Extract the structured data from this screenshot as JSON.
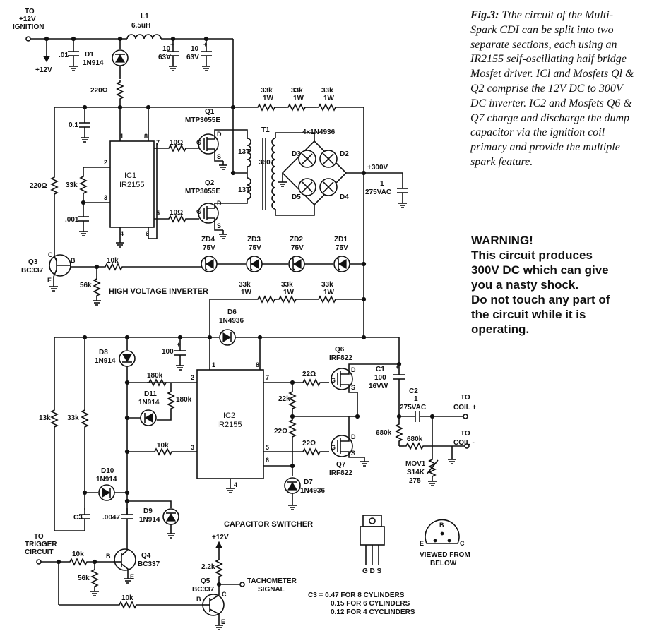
{
  "caption": {
    "fig": "Fig.3:",
    "text": "Tthe circuit of the Multi-Spark CDI can be split into two separate sections, each using an IR2155 self-oscillating half bridge Mosfet driver. ICl and Mosfets Ql & Q2 comprise the 12V DC to 300V DC inverter. IC2 and Mosfets Q6 & Q7 charge and discharge the dump capacitor via the ignition coil primary and provide the multiple spark feature."
  },
  "warning": {
    "title": "WARNING!",
    "lines": [
      "This circuit produces",
      "300V DC which can give",
      "you a nasty shock.",
      "Do not touch any part of",
      "the circuit while it is",
      "operating."
    ]
  },
  "labels": {
    "to": "TO",
    "plus12v": "+12V",
    "ignition": "IGNITION",
    "plus12v_b": "+12V",
    "plus12v_c": "+12V",
    "l1": "L1",
    "l1_val": "6.5uH",
    "cap01": ".01",
    "c10_a": "10",
    "c10_a2": "63V",
    "c10_b": "10",
    "c10_b2": "63V",
    "d1": "D1",
    "d1_type": "1N914",
    "r220": "220Ω",
    "r33k1": "33k",
    "r1w1": "1W",
    "r33k2": "33k",
    "r1w2": "1W",
    "r33k3": "33k",
    "r1w3": "1W",
    "c01": "0.1",
    "r220b": "220Ω",
    "r33k_ic1": "33k",
    "c001": ".001",
    "ic1": "IC1",
    "ic1_type": "IR2155",
    "p1": "1",
    "p8": "8",
    "p2": "2",
    "p3": "3",
    "p7": "7",
    "p5": "5",
    "p4": "4",
    "p6": "6",
    "r10a": "10Ω",
    "r10b": "10Ω",
    "q1": "Q1",
    "q1_type": "MTP3055E",
    "q2": "Q2",
    "q2_type": "MTP3055E",
    "g1": "G",
    "d1p": "D",
    "s1": "S",
    "g2": "G",
    "d2p": "D",
    "s2": "S",
    "t1": "T1",
    "t13a": "13T",
    "t13b": "13T",
    "t360": "360T",
    "diodes4": "4x1N4936",
    "d3": "D3",
    "d2": "D2",
    "d5": "D5",
    "d4": "D4",
    "plus300v": "+300V",
    "c1uf": "1",
    "c275": "275VAC",
    "zd4": "ZD4",
    "zd4v": "75V",
    "zd3": "ZD3",
    "zd3v": "75V",
    "zd2": "ZD2",
    "zd2v": "75V",
    "zd1": "ZD1",
    "zd1v": "75V",
    "q3": "Q3",
    "q3_type": "BC337",
    "q3c": "C",
    "q3b": "B",
    "q3e": "E",
    "r10k_q3": "10k",
    "r56k": "56k",
    "hv_inverter": "HIGH VOLTAGE INVERTER",
    "r33k4": "33k",
    "r1w4": "1W",
    "r33k5": "33k",
    "r1w5": "1W",
    "r33k6": "33k",
    "r1w6": "1W",
    "d6": "D6",
    "d6_type": "1N4936",
    "d8": "D8",
    "d8_type": "1N914",
    "c100": "100",
    "r180k_a": "180k",
    "r180k_b": "180k",
    "d11": "D11",
    "d11_type": "1N914",
    "ic2": "IC2",
    "ic2_type": "IR2155",
    "ic2p1": "1",
    "ic2p8": "8",
    "ic2p2": "2",
    "ic2p3": "3",
    "ic2p7": "7",
    "ic2p5": "5",
    "ic2p6": "6",
    "ic2p4": "4",
    "r13k": "13k",
    "r33k_l": "33k",
    "r10k_ic2": "10k",
    "r22a": "22Ω",
    "r22b": "22Ω",
    "r22c": "22Ω",
    "r22k": "22k",
    "q6": "Q6",
    "q6_type": "IRF822",
    "q7": "Q7",
    "q7_type": "IRF822",
    "g6": "G",
    "d6p": "D",
    "s6": "S",
    "g7": "G",
    "d7p": "D",
    "s7": "S",
    "c1_lbl": "C1",
    "c1_val": "100",
    "c1_v": "16VW",
    "c2_lbl": "C2",
    "c2_val": "1",
    "c2_v": "275VAC",
    "to_coil1": "TO",
    "coil_plus": "COIL +",
    "to_coil2": "TO",
    "coil_minus": "COIL -",
    "r680k_a": "680k",
    "r680k_b": "680k",
    "mov1": "MOV1",
    "mov_type": "S14K",
    "mov_v": "275",
    "d7": "D7",
    "d7_type": "1N4936",
    "d10": "D10",
    "d10_type": "1N914",
    "d9": "D9",
    "d9_type": "1N914",
    "c3": "C3",
    "c0047": ".0047",
    "cap_switcher": "CAPACITOR SWITCHER",
    "to_trig": "TO",
    "trigger": "TRIGGER",
    "circuit": "CIRCUIT",
    "r10k_q4": "10k",
    "r56k_q4": "56k",
    "q4": "Q4",
    "q4_type": "BC337",
    "q4b": "B",
    "q4e": "E",
    "r2k2": "2.2k",
    "q5": "Q5",
    "q5_type": "BC337",
    "q5c": "C",
    "q5b": "B",
    "q5e": "E",
    "r10k_q5": "10k",
    "tacho1": "TACHOMETER",
    "tacho2": "SIGNAL",
    "c3_note1": "C3 = 0.47 FOR 8 CYLINDERS",
    "c3_note2": "0.15 FOR 6 CYLINDERS",
    "c3_note3": "0.12 FOR 4 CYCLINDERS",
    "gds": "G D S",
    "pin_b": "B",
    "pin_e": "E",
    "pin_c": "C",
    "viewed1": "VIEWED FROM",
    "viewed2": "BELOW"
  }
}
